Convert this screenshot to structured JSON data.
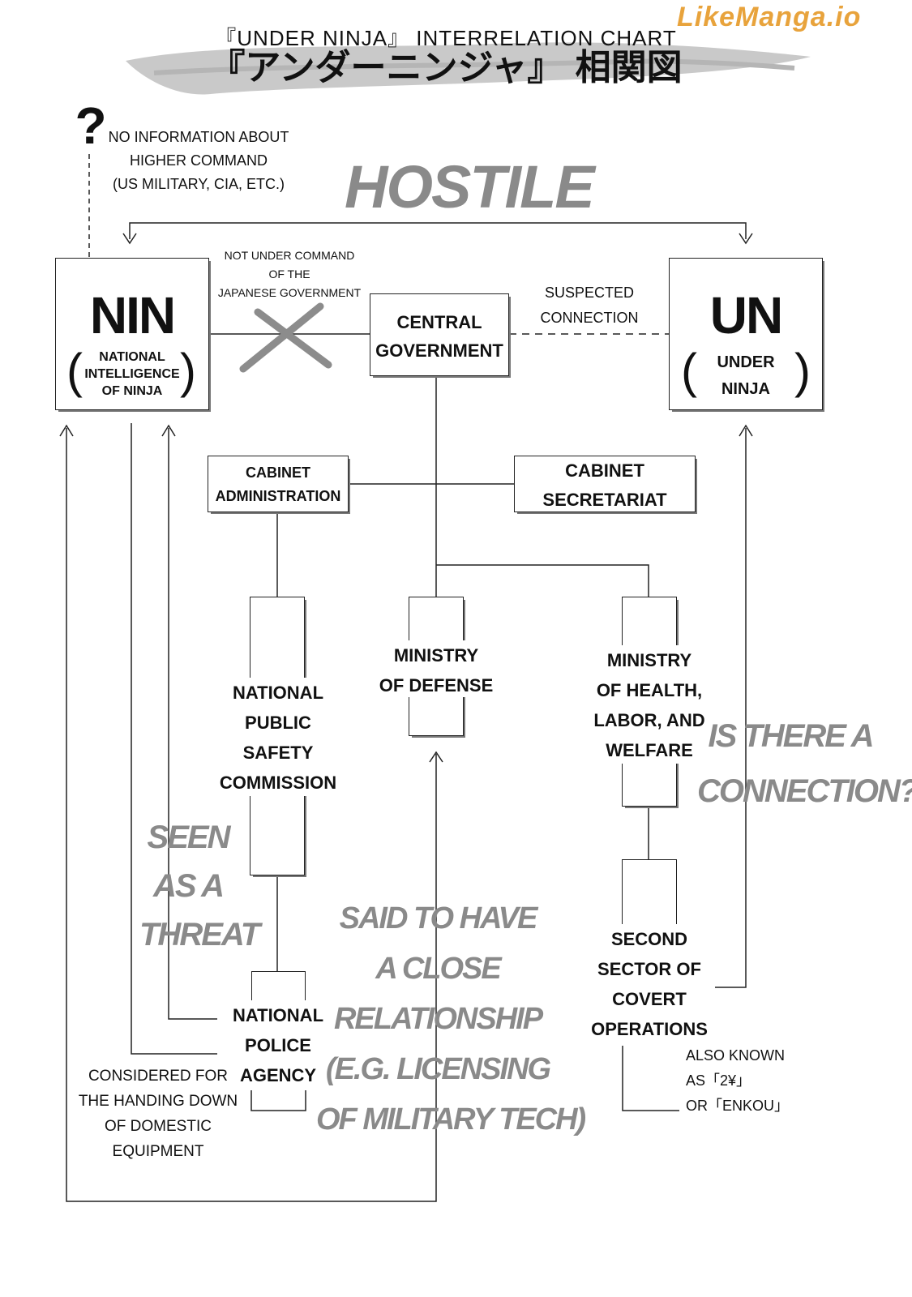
{
  "watermark": "LikeManga.io",
  "header": {
    "title_en": "『UNDER NINJA』 INTERRELATION CHART",
    "title_jp": "『アンダーニンジャ』 相関図"
  },
  "question": {
    "mark": "?",
    "lines": [
      "NO INFORMATION ABOUT",
      "HIGHER COMMAND",
      "(US MILITARY, CIA, ETC.)"
    ]
  },
  "hostile": "HOSTILE",
  "nin": {
    "acronym": "NIN",
    "open_paren": "(",
    "close_paren": ")",
    "full": [
      "NATIONAL",
      "INTELLIGENCE",
      "OF NINJA"
    ]
  },
  "un": {
    "acronym": "UN",
    "open_paren": "(",
    "close_paren": ")",
    "full": [
      "UNDER",
      "NINJA"
    ]
  },
  "not_under_command": [
    "NOT UNDER COMMAND",
    "OF THE",
    "JAPANESE GOVERNMENT"
  ],
  "suspected": [
    "SUSPECTED",
    "CONNECTION"
  ],
  "central_government": [
    "CENTRAL",
    "GOVERNMENT"
  ],
  "cabinet_administration": [
    "CABINET",
    "ADMINISTRATION"
  ],
  "cabinet_secretariat": [
    "CABINET",
    "SECRETARIAT"
  ],
  "npsc": [
    "NATIONAL",
    "PUBLIC",
    "SAFETY",
    "COMMISSION"
  ],
  "mod": [
    "MINISTRY",
    "OF DEFENSE"
  ],
  "mhlw": [
    "MINISTRY",
    "OF HEALTH,",
    "LABOR, AND",
    "WELFARE"
  ],
  "npa": [
    "NATIONAL",
    "POLICE",
    "AGENCY"
  ],
  "second_sector": [
    "SECOND",
    "SECTOR OF",
    "COVERT",
    "OPERATIONS"
  ],
  "also_known": [
    "ALSO KNOWN",
    "AS「2¥」",
    "OR「ENKOU」"
  ],
  "seen_threat": [
    "SEEN",
    "AS A",
    "THREAT"
  ],
  "close_relationship": [
    "SAID TO HAVE",
    "A CLOSE",
    "RELATIONSHIP",
    "(E.G. LICENSING",
    "OF MILITARY TECH)"
  ],
  "is_connection": [
    "IS THERE A",
    "CONNECTION?"
  ],
  "handing_down": [
    "CONSIDERED FOR",
    "THE HANDING DOWN",
    "OF DOMESTIC",
    "EQUIPMENT"
  ]
}
